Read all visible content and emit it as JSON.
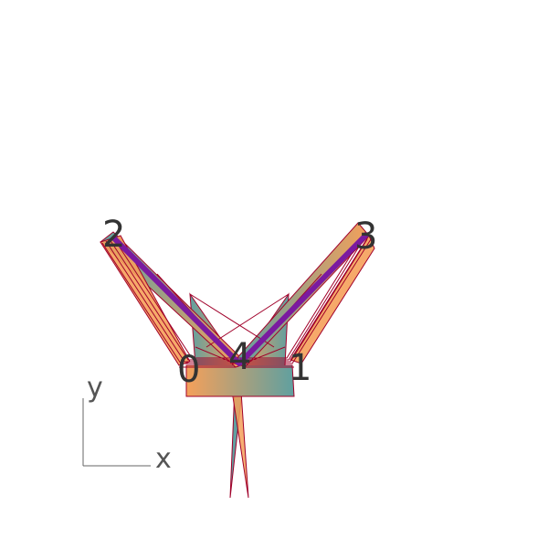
{
  "labels": {
    "node0": "0",
    "node1": "1",
    "node2": "2",
    "node3": "3",
    "node4": "4"
  },
  "axes": {
    "x_label": "x",
    "y_label": "y"
  },
  "colors": {
    "teal": "#5fa0a0",
    "orange": "#f5a05a",
    "edge": "#a0002a",
    "purple": "#7a1aa0",
    "axis": "#666666",
    "text": "#333333"
  }
}
